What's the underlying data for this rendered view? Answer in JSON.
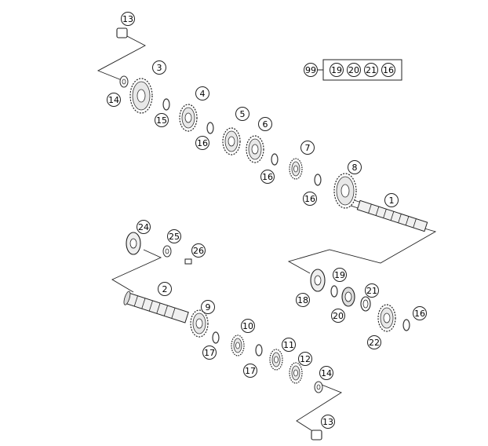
{
  "diagram": {
    "kit": {
      "number": "99",
      "items": [
        "19",
        "20",
        "21",
        "16"
      ]
    },
    "callouts": [
      "13",
      "3",
      "14",
      "15",
      "4",
      "16",
      "5",
      "6",
      "16",
      "7",
      "8",
      "16",
      "1",
      "24",
      "25",
      "26",
      "2",
      "9",
      "10",
      "17",
      "11",
      "12",
      "17",
      "14",
      "13",
      "18",
      "19",
      "20",
      "21",
      "22",
      "16"
    ]
  }
}
